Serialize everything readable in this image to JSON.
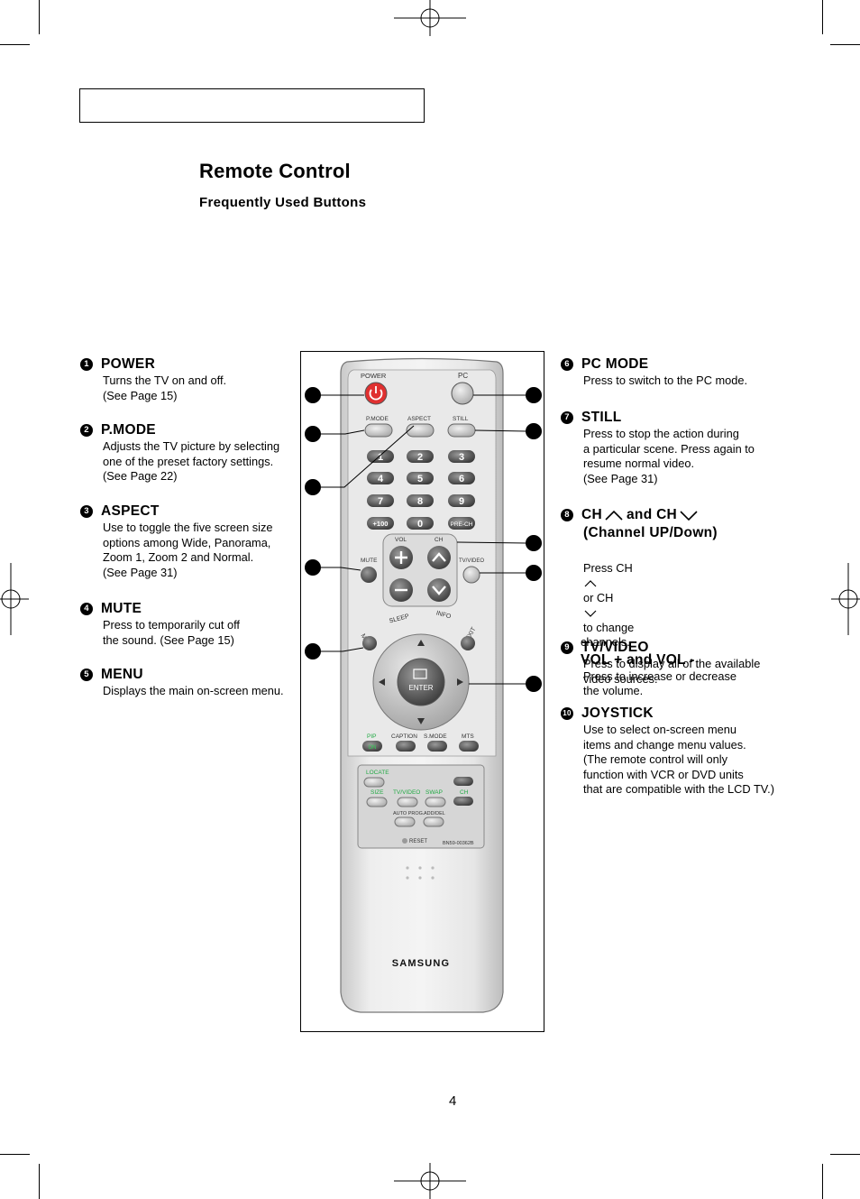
{
  "header": {
    "title": "Remote Control",
    "subtitle": "Frequently Used Buttons"
  },
  "left_items": [
    {
      "num": "1",
      "label": "POWER",
      "desc": "Turns the TV on and off.\n(See Page 15)"
    },
    {
      "num": "2",
      "label": "P.MODE",
      "desc": "Adjusts the TV picture by selecting\none of the preset factory settings.\n(See Page 22)"
    },
    {
      "num": "3",
      "label": "ASPECT",
      "desc": "Use to toggle the five screen size\noptions among Wide, Panorama,\nZoom 1, Zoom 2 and Normal.\n(See Page 31)"
    },
    {
      "num": "4",
      "label": "MUTE",
      "desc": "Press to temporarily cut off\nthe sound. (See Page 15)"
    },
    {
      "num": "5",
      "label": "MENU",
      "desc": "Displays the main on-screen menu."
    }
  ],
  "right_items": [
    {
      "num": "6",
      "label": "PC MODE",
      "desc": "Press to switch to the PC mode."
    },
    {
      "num": "7",
      "label": "STILL",
      "desc": "Press to stop the action during\na particular scene. Press again to\nresume normal video.\n(See Page 31)"
    },
    {
      "num": "8",
      "label_a": "CH",
      "label_b": "and CH",
      "label_c": "(Channel UP/Down)",
      "desc_a": "Press CH",
      "desc_b": "or CH",
      "desc_c": "to change",
      "desc_d": "channels.",
      "sub_label": "VOL + and VOL -",
      "sub_desc": "Press to increase or decrease\nthe volume."
    },
    {
      "num": "9",
      "label": "TV/VIDEO",
      "desc": "Press to display all of the available\nvideo sources."
    },
    {
      "num": "10",
      "label": "JOYSTICK",
      "desc": "Use to select on-screen menu\nitems and change menu values.\n(The remote control will only\nfunction with VCR or DVD units\nthat are compatible with the LCD TV.)"
    }
  ],
  "remote": {
    "power": "POWER",
    "pc": "PC",
    "pmode": "P.MODE",
    "aspect": "ASPECT",
    "still": "STILL",
    "digits": [
      "1",
      "2",
      "3",
      "4",
      "5",
      "6",
      "7",
      "8",
      "9"
    ],
    "plus100": "+100",
    "zero": "0",
    "prech": "PRE-CH",
    "vol": "VOL",
    "ch": "CH",
    "mute": "MUTE",
    "tvvideo": "TV/VIDEO",
    "sleep": "SLEEP",
    "info": "INFO",
    "menu": "MENU",
    "exit": "EXIT",
    "enter": "ENTER",
    "pip": "PIP",
    "on": "ON",
    "caption": "CAPTION",
    "smode": "S.MODE",
    "mts": "MTS",
    "locate": "LOCATE",
    "size": "SIZE",
    "tvvideo2": "TV/VIDEO",
    "swap": "SWAP",
    "ch2": "CH",
    "autoprog": "AUTO PROG.",
    "adddel": "ADD/DEL",
    "reset": "RESET",
    "model": "BN59-00362B",
    "brand": "SAMSUNG",
    "accent_red": "#e03030",
    "accent_green": "#22aa44"
  },
  "page_number": "4"
}
